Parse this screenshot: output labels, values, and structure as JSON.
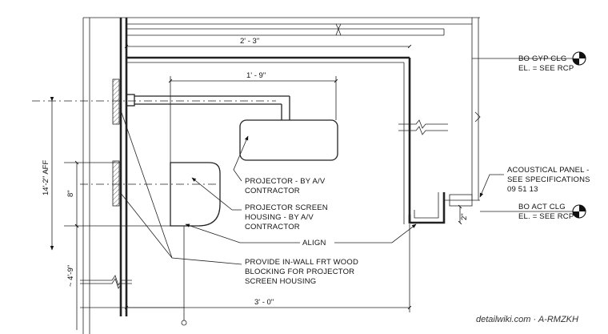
{
  "dimensions": {
    "top_width": "2' - 3\"",
    "projector_offset": "1' - 9\"",
    "bottom_width": "3' - 0\"",
    "height_aff": "14'-2\" AFF",
    "housing_height": "8\"",
    "lower_height": "~ 4'-9\"",
    "panel_depth": "2\""
  },
  "notes": {
    "projector": [
      "PROJECTOR - BY A/V",
      "CONTRACTOR"
    ],
    "screen_housing": [
      "PROJECTOR SCREEN",
      "HOUSING - BY A/V",
      "CONTRACTOR"
    ],
    "align": "ALIGN",
    "blocking": [
      "PROVIDE IN-WALL FRT WOOD",
      "BLOCKING FOR PROJECTOR",
      "SCREEN HOUSING"
    ],
    "acoustical": [
      "ACOUSTICAL PANEL -",
      "SEE SPECIFICATIONS",
      "09 51 13"
    ]
  },
  "elevations": {
    "gyp": [
      "BO GYP CLG",
      "EL. = SEE RCP"
    ],
    "act": [
      "BO ACT CLG",
      "EL. = SEE RCP"
    ]
  },
  "watermark": "detailwiki.com · A-RMZKH"
}
